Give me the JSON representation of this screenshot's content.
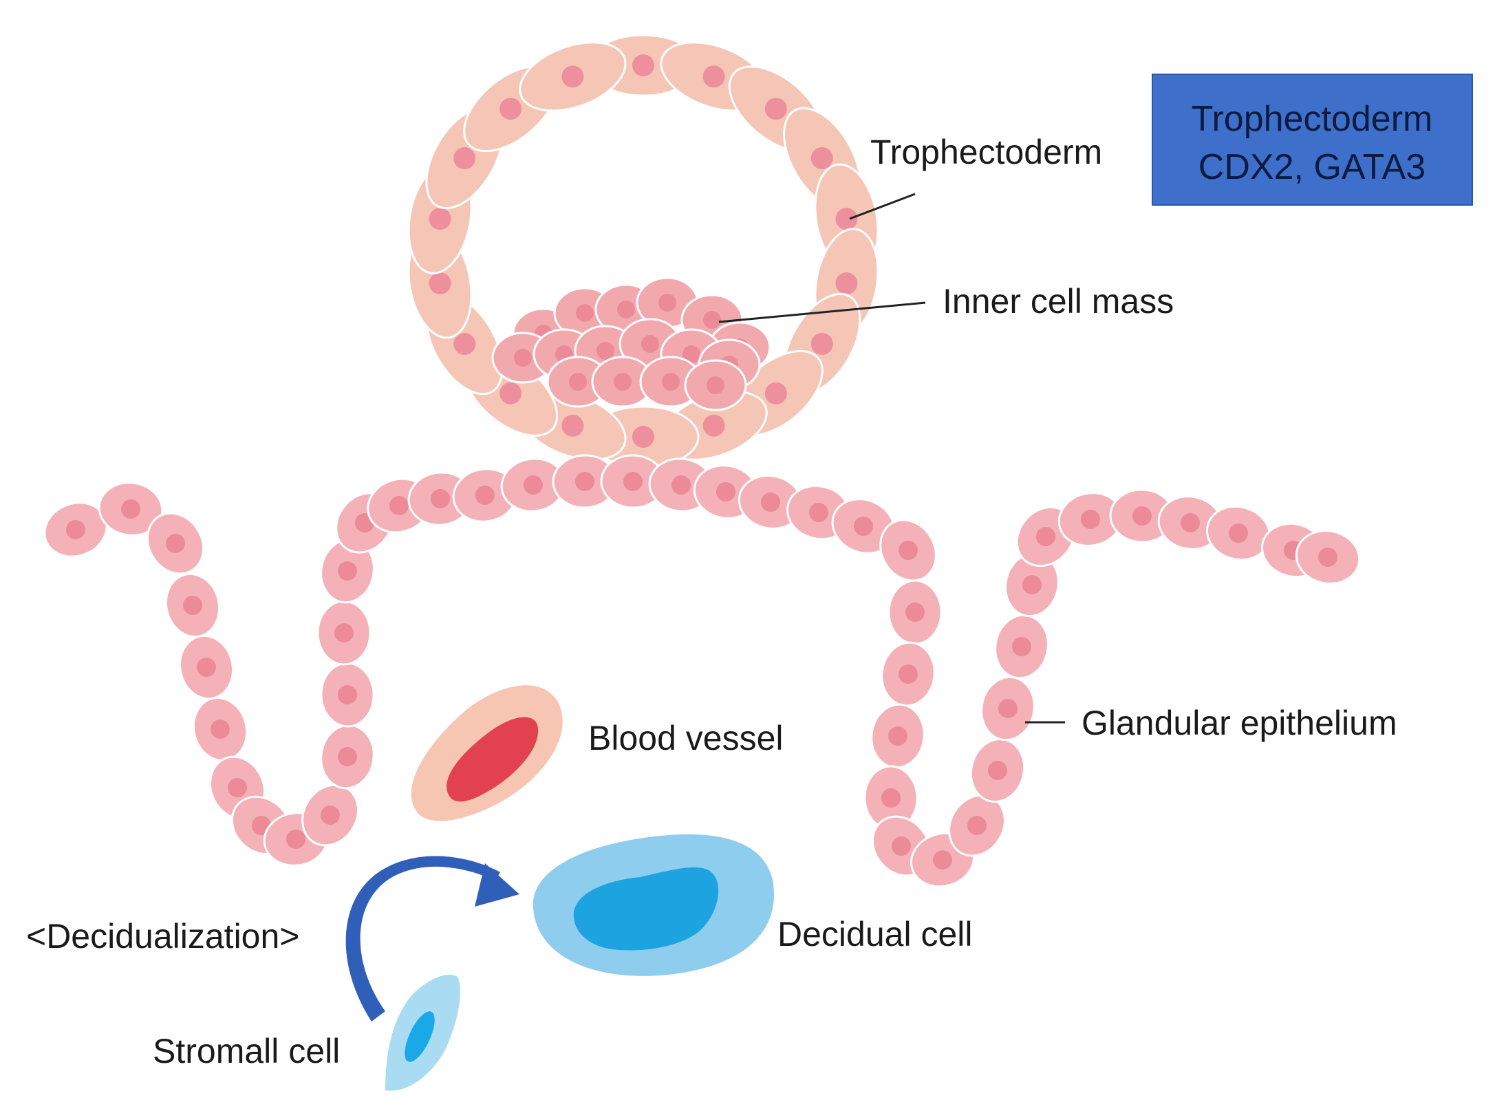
{
  "labels": {
    "trophectoderm": "Trophectoderm",
    "inner_cell_mass": "Inner cell mass",
    "blood_vessel": "Blood vessel",
    "glandular_epithelium": "Glandular epithelium",
    "decidualization": "<Decidualization>",
    "decidual_cell": "Decidual cell",
    "stromal_cell": "Stromall cell"
  },
  "marker_box": {
    "line1": "Trophectoderm",
    "line2": "CDX2, GATA3"
  },
  "colors": {
    "cell_body": "#f5c6b6",
    "cell_edge": "#efb3a2",
    "cell_nucleus": "#ee8f9e",
    "epithelium_body": "#f4b1b7",
    "epithelium_nucleus": "#ec8a98",
    "vessel_outer": "#f7c6b3",
    "vessel_inner": "#e2424f",
    "decidual_outer": "#8fcdef",
    "decidual_inner": "#1ca3e0",
    "stromal_outer": "#a9dcf2",
    "stromal_inner": "#1aa8e8",
    "arrow": "#2f5fb8",
    "marker_box_fill": "#3d6fcb",
    "marker_box_edge": "#2a56b0"
  }
}
